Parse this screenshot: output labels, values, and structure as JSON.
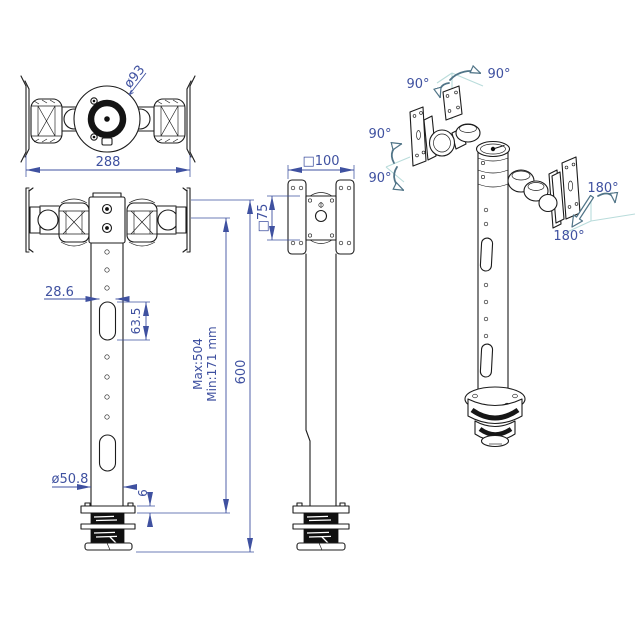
{
  "drawing_type": "monitor-pole-mount-technical-drawing",
  "colors": {
    "line": "#1c1c1c",
    "dimension": "#3f51a0",
    "angle_arrow": "#507487",
    "construction": "#b9dcdb",
    "dark_fill": "#101010",
    "background": "#ffffff"
  },
  "views": {
    "top": {
      "dims": {
        "flange_dia": "ø93"
      }
    },
    "front": {
      "dims": {
        "span": "288",
        "slot_w": "28.6",
        "slot_h": "63.5",
        "max": "Max:504",
        "min": "Min:171 mm",
        "total": "600",
        "pole_dia": "ø50.8",
        "plate_t": "6"
      }
    },
    "side": {
      "dims": {
        "vesa100": "□100",
        "vesa75": "□75"
      }
    },
    "iso": {
      "angles": {
        "a90_top_right": "90°",
        "a90_top_left": "90°",
        "a90_mid_left": "90°",
        "a90_low_left": "90°",
        "a180_upper": "180°",
        "a180_lower": "180°"
      }
    }
  }
}
